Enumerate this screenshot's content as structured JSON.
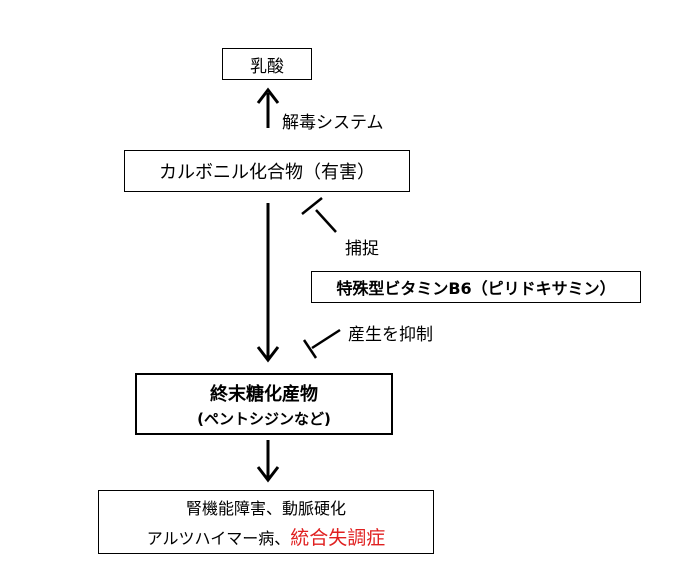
{
  "nodes": {
    "lactic_acid": "乳酸",
    "carbonyl": "カルボニル化合物（有害）",
    "vitamin": "特殊型ビタミンB6（ピリドキサミン）",
    "ages_title": "終末糖化産物",
    "ages_sub": "(ペントシジンなど)",
    "disease_line1": "腎機能障害、動脈硬化",
    "disease_line2_prefix": "アルツハイマー病、",
    "disease_line2_highlight": "統合失調症"
  },
  "edges": {
    "detox": "解毒システム",
    "capture": "捕捉",
    "suppress": "産生を抑制"
  },
  "colors": {
    "highlight": "#e02020"
  }
}
